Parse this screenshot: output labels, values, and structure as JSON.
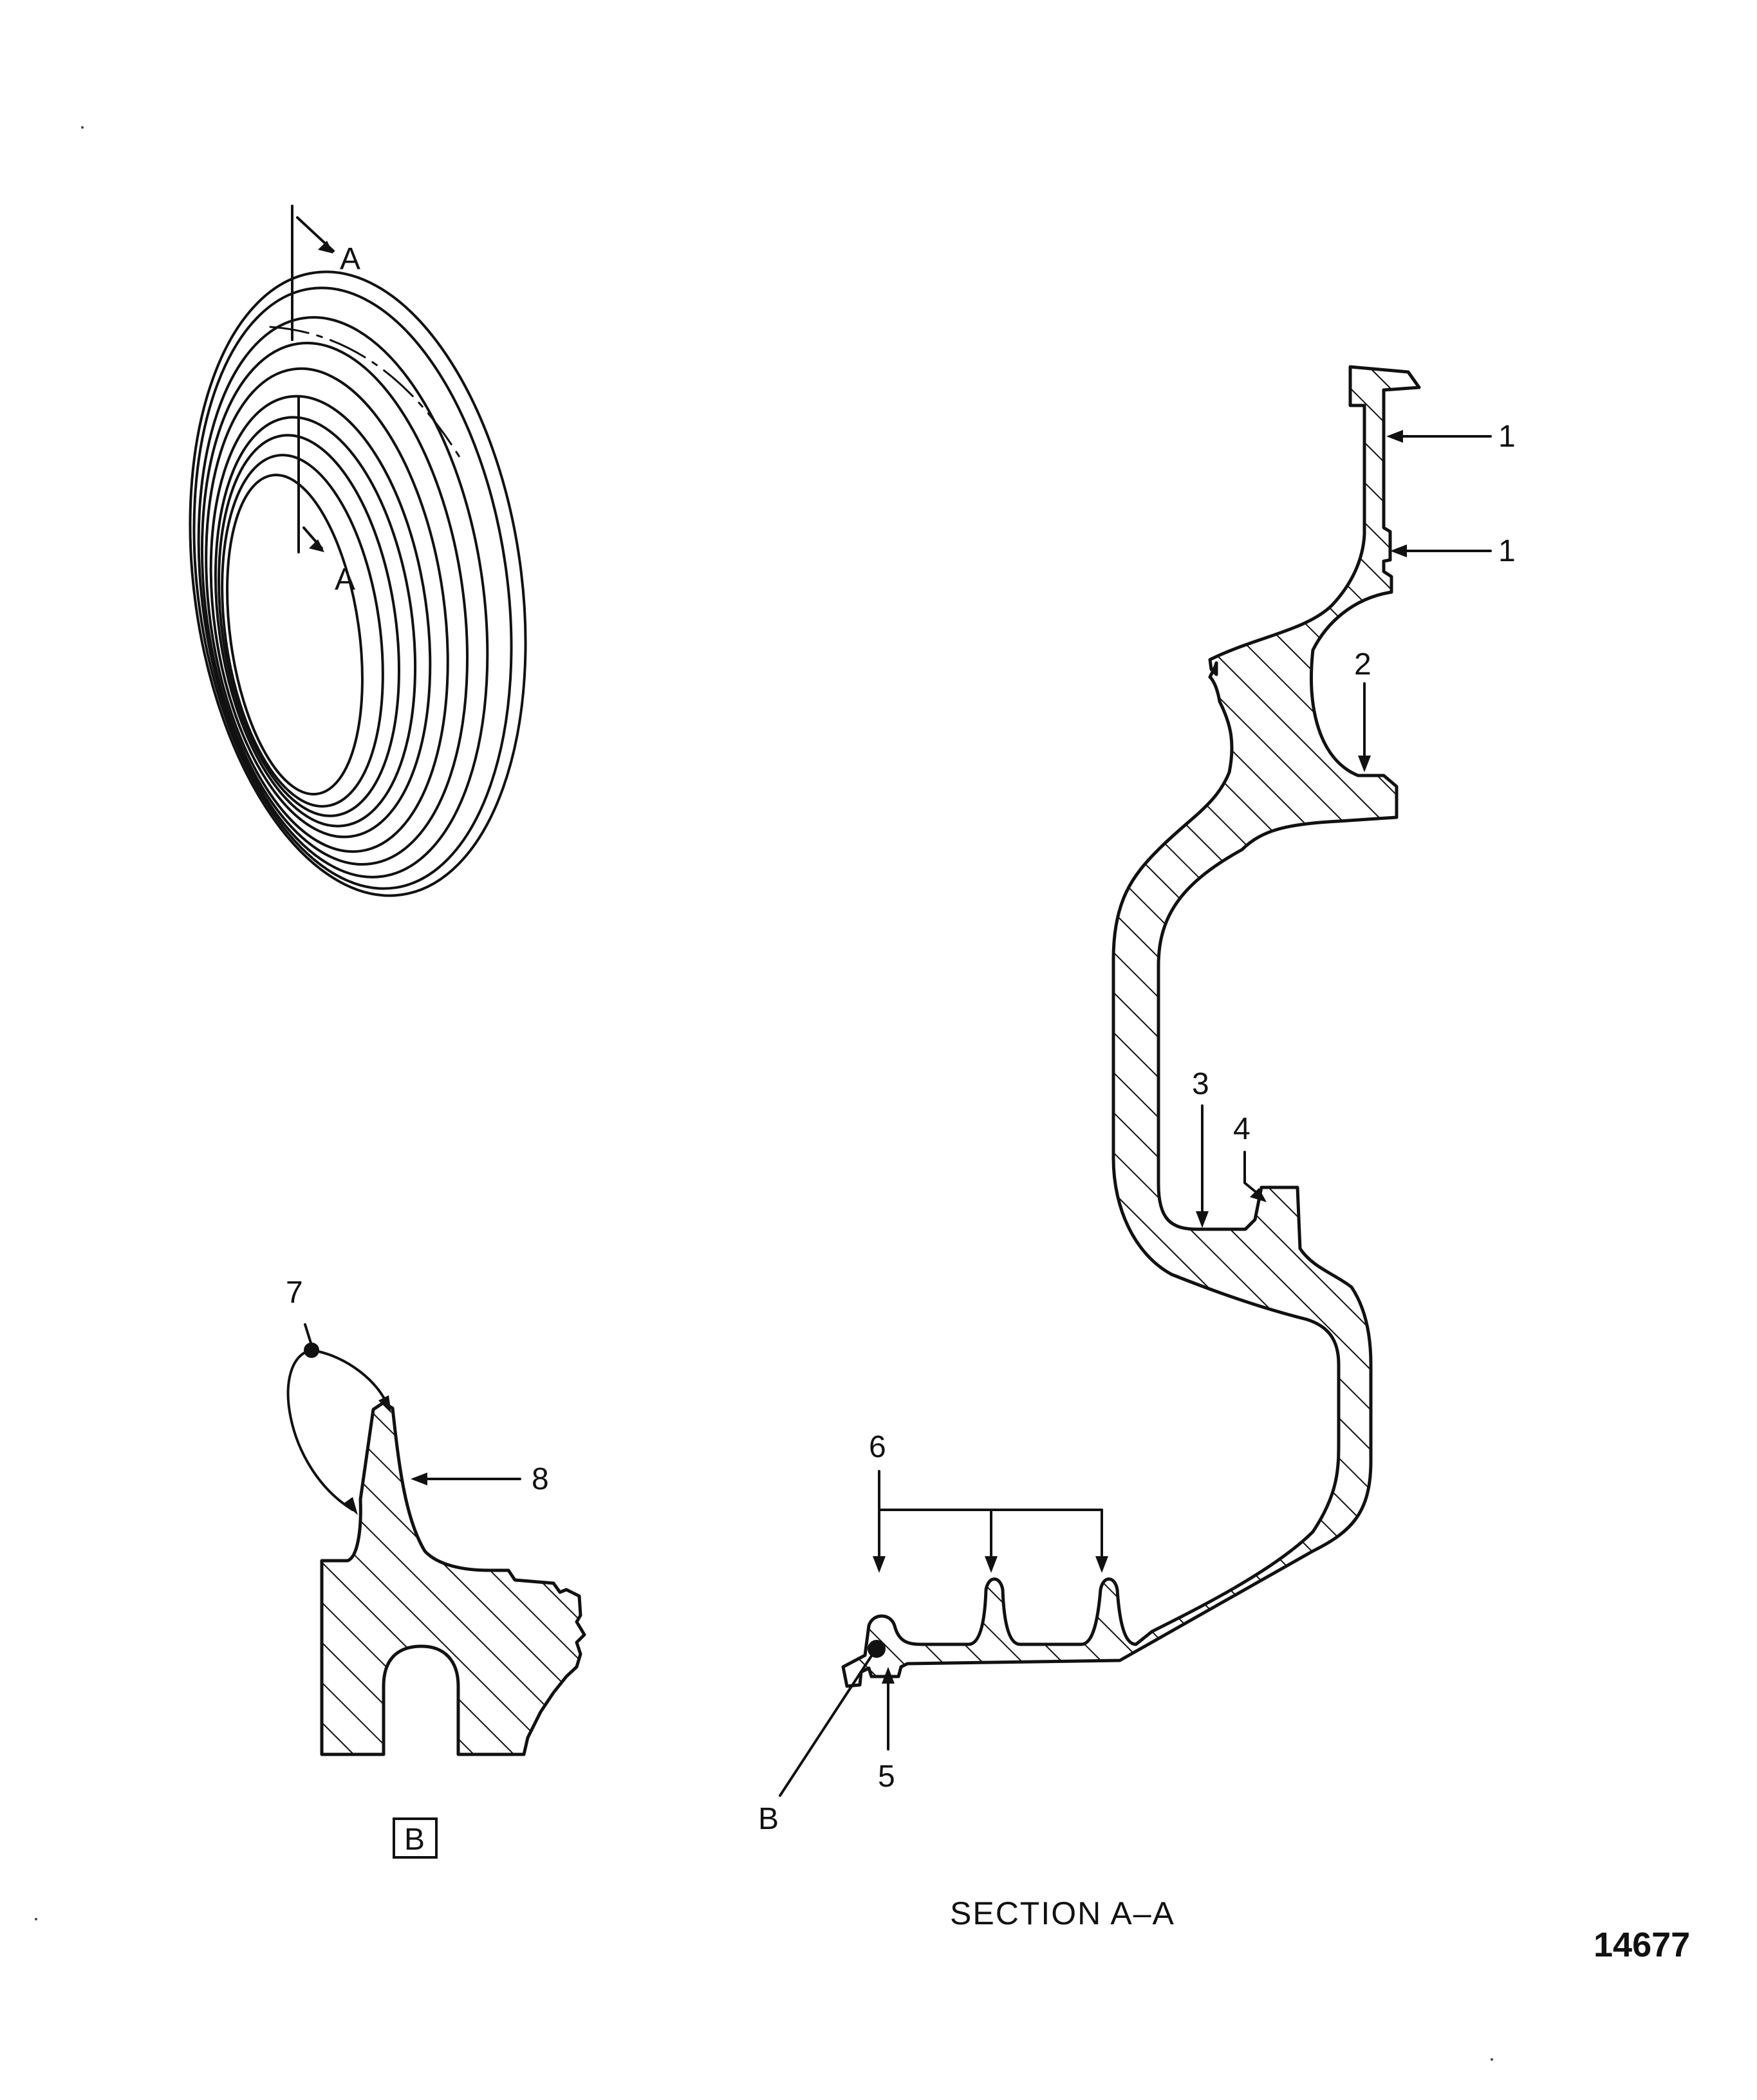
{
  "section_marks": {
    "upper": "A",
    "lower": "A"
  },
  "callouts": {
    "c1a": "1",
    "c1b": "1",
    "c2": "2",
    "c3": "3",
    "c4": "4",
    "c5": "5",
    "c6": "6",
    "c7": "7",
    "c8": "8",
    "detail_ref": "B"
  },
  "detail_box_label": "B",
  "section_caption": "SECTION A–A",
  "figure_number": "14677"
}
